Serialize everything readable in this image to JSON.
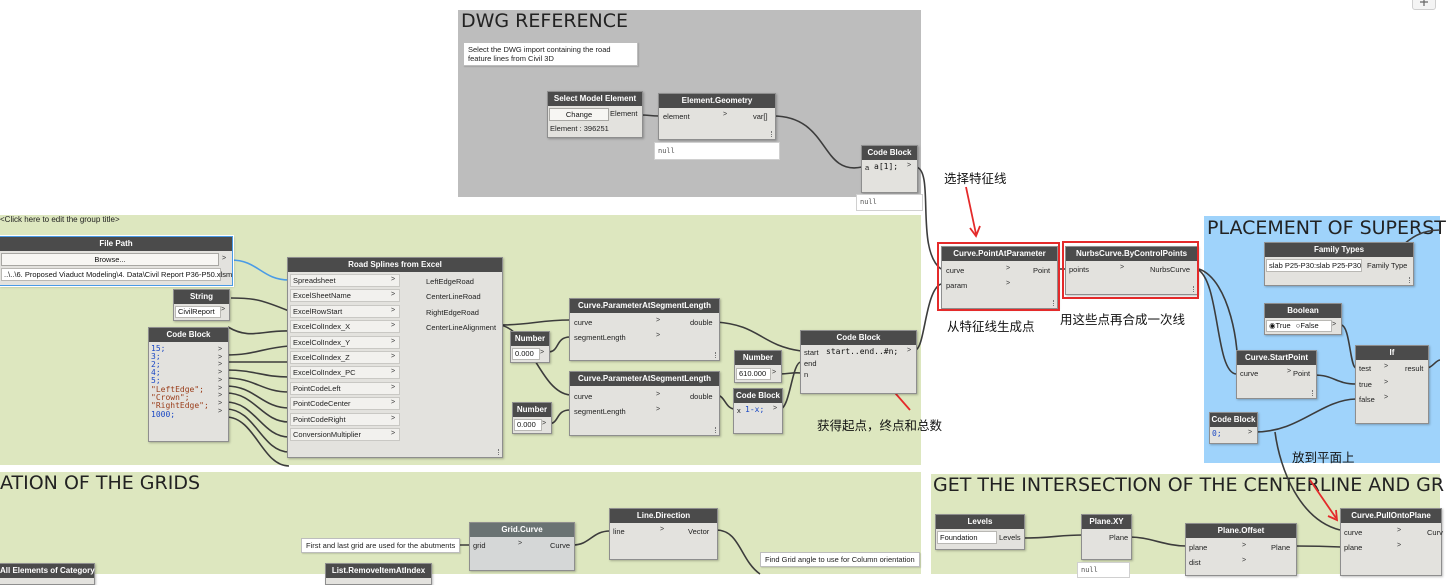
{
  "groups": {
    "dwg": {
      "title": "DWG REFERENCE",
      "color": "#bdbdbd",
      "note": "Select the DWG import containing the road feature lines from Civil 3D"
    },
    "input": {
      "title": "<Click here to edit the group title>",
      "color": "#dde7bf"
    },
    "placement": {
      "title": "PLACEMENT OF SUPERST",
      "color": "#9fd3fb"
    },
    "grids": {
      "title": "ATION OF THE GRIDS",
      "color": "#dde7bf",
      "note1": "First and last grid are used for the abutments",
      "note2": "Find Grid angle to use for Column orientation"
    },
    "intersection": {
      "title": "GET THE INTERSECTION OF THE CENTERLINE AND GR",
      "color": "#dde7bf"
    }
  },
  "nodes": {
    "select_model": {
      "title": "Select Model Element",
      "button": "Change",
      "output": "Element",
      "status": "Element : 396251"
    },
    "element_geometry": {
      "title": "Element.Geometry",
      "input": "element",
      "output": "var[]",
      "preview": "null"
    },
    "code_block_dwg": {
      "title": "Code Block",
      "port": "a",
      "code": "a[1];",
      "preview": "null"
    },
    "file_path": {
      "title": "File Path",
      "button": "Browse...",
      "value": "..\\..\\6. Proposed Viaduct Modeling\\4. Data\\Civil Report P36-P50.xlsm"
    },
    "string": {
      "title": "String",
      "value": "CivilReport"
    },
    "code_block_list": {
      "title": "Code Block",
      "lines": [
        "15;",
        "3;",
        "2;",
        "4;",
        "5;",
        "\"LeftEdge\";",
        "\"Crown\";",
        "\"RightEdge\";",
        "1000;"
      ]
    },
    "road_splines": {
      "title": "Road Splines from Excel",
      "inputs": [
        "Spreadsheet",
        "ExcelSheetName",
        "ExcelRowStart",
        "ExcelColIndex_X",
        "ExcelColIndex_Y",
        "ExcelColIndex_Z",
        "ExcelColIndex_PC",
        "PointCodeLeft",
        "PointCodeCenter",
        "PointCodeRight",
        "ConversionMultiplier"
      ],
      "outputs": [
        "LeftEdgeRoad",
        "CenterLineRoad",
        "RightEdgeRoad",
        "CenterLineAlignment"
      ]
    },
    "number_a": {
      "title": "Number",
      "value": "0.000"
    },
    "number_b": {
      "title": "Number",
      "value": "0.000"
    },
    "number_c": {
      "title": "Number",
      "value": "610.000"
    },
    "param_seg_1": {
      "title": "Curve.ParameterAtSegmentLength",
      "inputs": [
        "curve",
        "segmentLength"
      ],
      "output": "double"
    },
    "param_seg_2": {
      "title": "Curve.ParameterAtSegmentLength",
      "inputs": [
        "curve",
        "segmentLength"
      ],
      "output": "double"
    },
    "code_block_1x": {
      "title": "Code Block",
      "port": "x",
      "code": "1-x;"
    },
    "code_block_range": {
      "title": "Code Block",
      "inputs": [
        "start",
        "end",
        "n"
      ],
      "code": "start..end..#n;"
    },
    "point_at_param": {
      "title": "Curve.PointAtParameter",
      "inputs": [
        "curve",
        "param"
      ],
      "output": "Point"
    },
    "nurbs": {
      "title": "NurbsCurve.ByControlPoints",
      "input": "points",
      "output": "NurbsCurve"
    },
    "family_types": {
      "title": "Family Types",
      "value": "slab P25-P30:slab P25-P30",
      "output": "Family Type"
    },
    "boolean": {
      "title": "Boolean",
      "true_label": "True",
      "false_label": "False"
    },
    "start_point": {
      "title": "Curve.StartPoint",
      "input": "curve",
      "output": "Point"
    },
    "if_node": {
      "title": "If",
      "inputs": [
        "test",
        "true",
        "false"
      ],
      "output": "result"
    },
    "code_block_zero": {
      "title": "Code Block",
      "code": "0;"
    },
    "levels": {
      "title": "Levels",
      "value": "Foundation",
      "output": "Levels"
    },
    "plane_xy": {
      "title": "Plane.XY",
      "output": "Plane",
      "preview": "null"
    },
    "plane_offset": {
      "title": "Plane.Offset",
      "inputs": [
        "plane",
        "dist"
      ],
      "output": "Plane"
    },
    "pull_onto_plane": {
      "title": "Curve.PullOntoPlane",
      "inputs": [
        "curve",
        "plane"
      ],
      "output": "Curv"
    },
    "grid_curve": {
      "title": "Grid.Curve",
      "input": "grid",
      "output": "Curve"
    },
    "line_direction": {
      "title": "Line.Direction",
      "input": "line",
      "output": "Vector"
    },
    "all_elements": {
      "title": "All Elements of Category"
    },
    "list_remove": {
      "title": "List.RemoveItemAtIndex"
    }
  },
  "annotations": {
    "select_feature": "选择特征线",
    "points_from_line": "从特征线生成点",
    "merge_line": "用这些点再合成一次线",
    "get_range": "获得起点，终点和总数",
    "onto_plane": "放到平面上"
  },
  "colors": {
    "annotation_red": "#e42a2a",
    "wire": "#3c3c3c",
    "selected_wire": "#4a9be6",
    "node_header": "#4b4b4b"
  },
  "icons": {
    "corner": "move-arrows-icon"
  }
}
